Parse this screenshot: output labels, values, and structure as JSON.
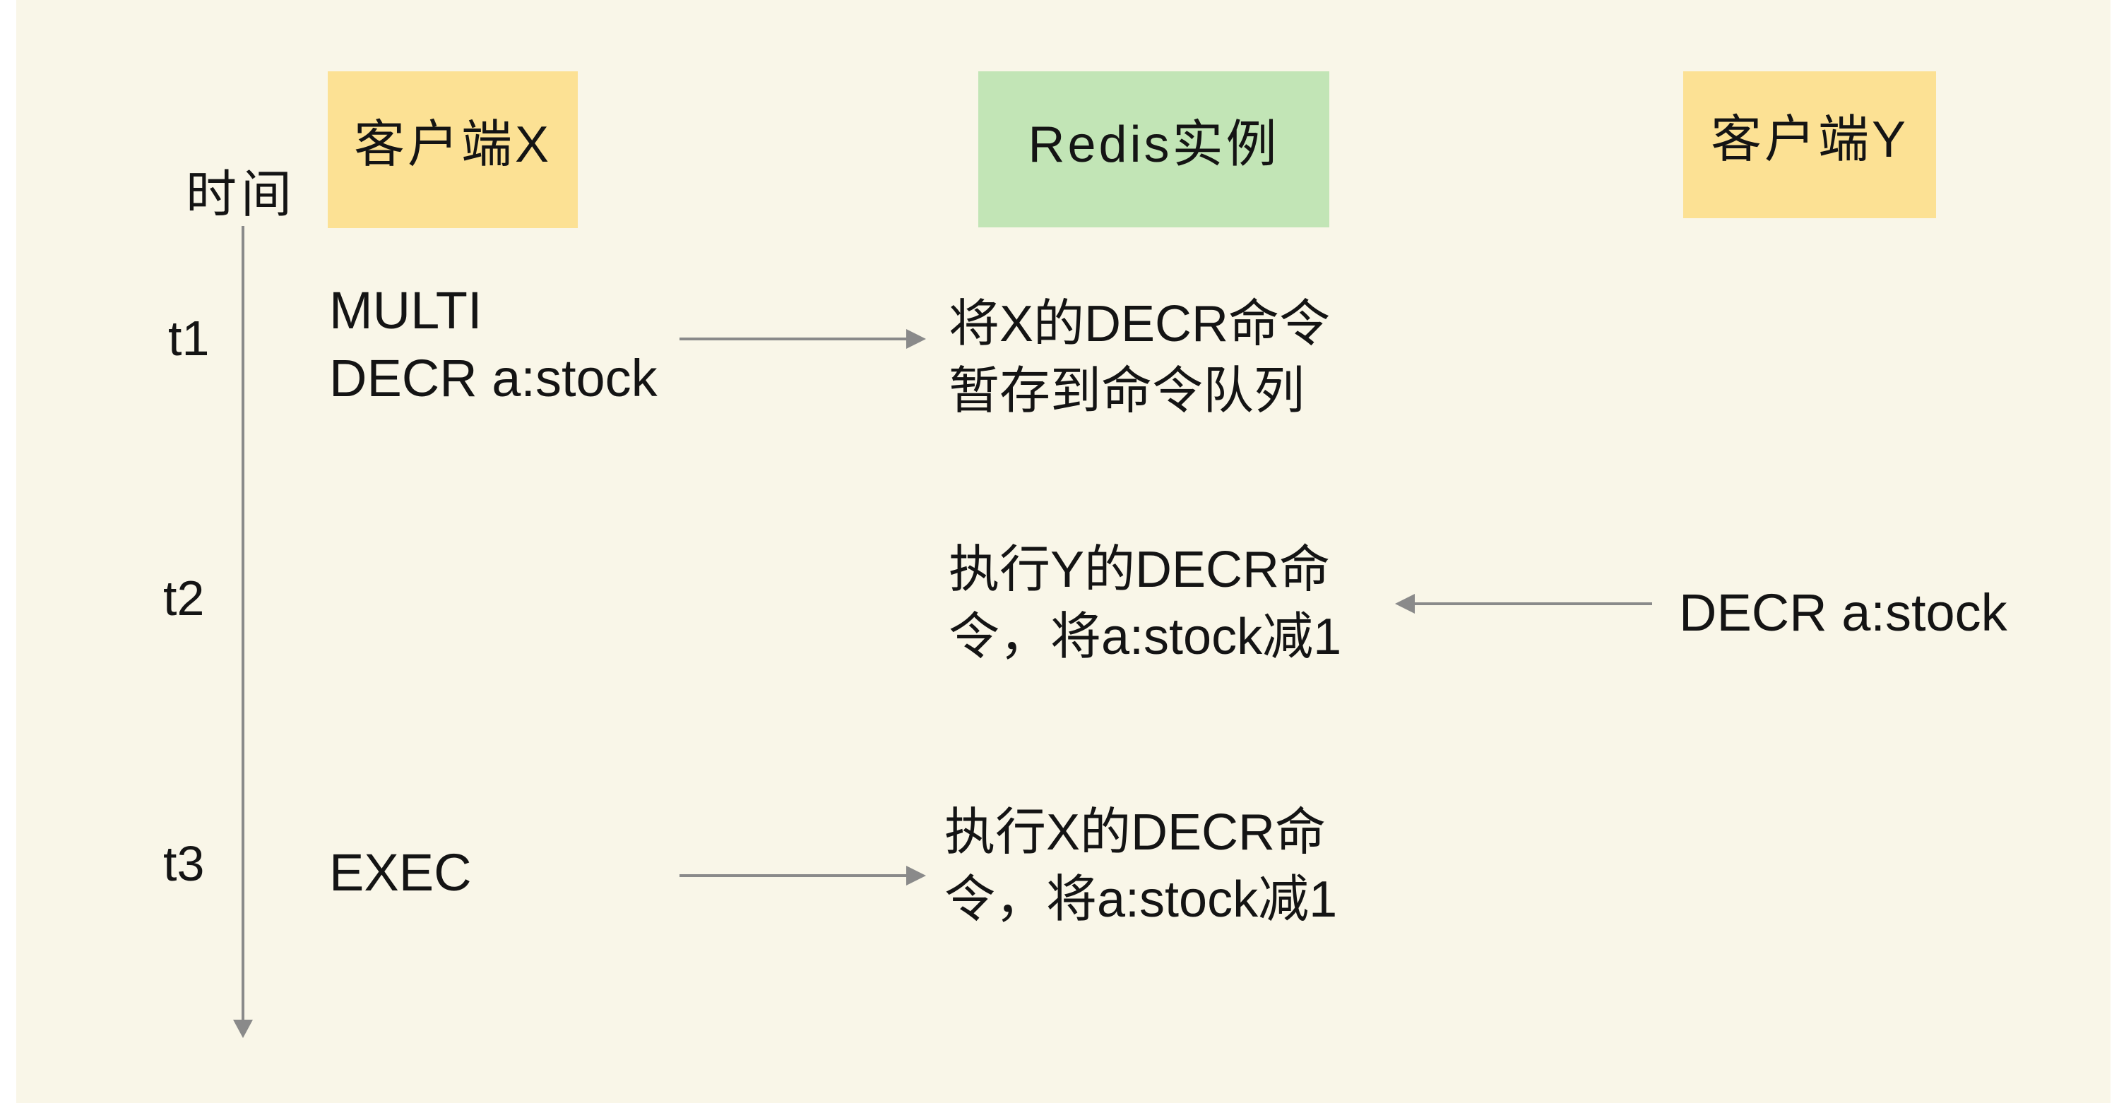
{
  "colors": {
    "page_bg": "#ffffff",
    "canvas_bg": "#f9f6e8",
    "client_box_bg": "#fce194",
    "redis_box_bg": "#c2e5b6",
    "text": "#141414",
    "arrow": "#8a8a8a"
  },
  "icons": {
    "timeline_arrow": "arrow-down",
    "t1_message_arrow": "arrow-right",
    "t2_message_arrow": "arrow-left",
    "t3_message_arrow": "arrow-right"
  },
  "header": {
    "client_x": "客户端X",
    "redis": "Redis实例",
    "client_y": "客户端Y"
  },
  "timeline": {
    "axis_label": "时间",
    "t1": "t1",
    "t2": "t2",
    "t3": "t3"
  },
  "rows": {
    "t1": {
      "client_x_line1": "MULTI",
      "client_x_line2": "DECR a:stock",
      "redis_line1": "将X的DECR命令",
      "redis_line2": "暂存到命令队列"
    },
    "t2": {
      "redis_line1": "执行Y的DECR命",
      "redis_line2": "令，将a:stock减1",
      "client_y_line1": "DECR a:stock"
    },
    "t3": {
      "client_x_line1": "EXEC",
      "redis_line1": "执行X的DECR命",
      "redis_line2": "令，将a:stock减1"
    }
  }
}
